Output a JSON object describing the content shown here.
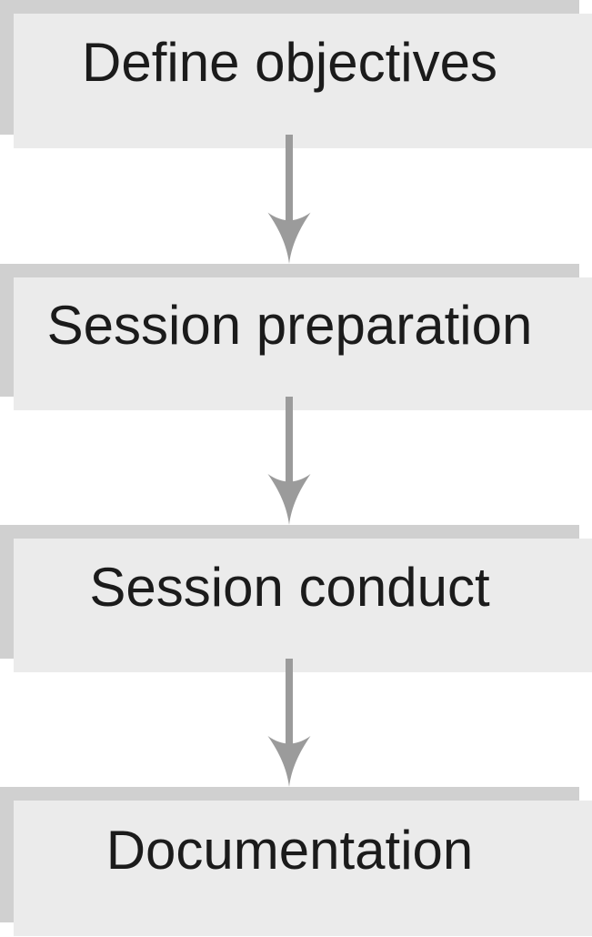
{
  "flowchart": {
    "steps": [
      {
        "label": "Define objectives"
      },
      {
        "label": "Session preparation"
      },
      {
        "label": "Session conduct"
      },
      {
        "label": "Documentation"
      }
    ],
    "connector_icon": "down-arrow-icon",
    "colors": {
      "box_fill": "#d0d0d0",
      "box_shadow": "#ebebeb",
      "arrow": "#9b9b9b",
      "text": "#1b1b1b",
      "background": "#ffffff"
    }
  }
}
